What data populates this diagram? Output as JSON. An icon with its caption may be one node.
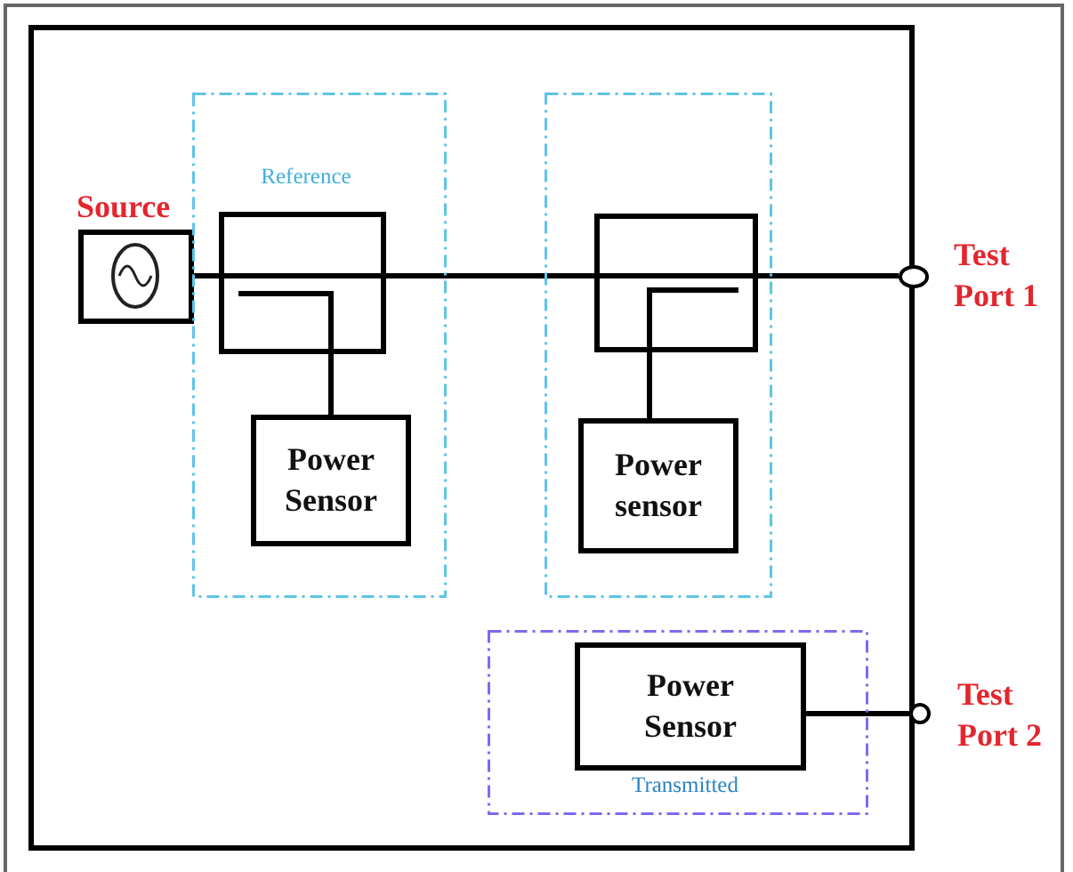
{
  "diagram": {
    "nodes": [
      {
        "text": [],
        "shape": "box"
      },
      {
        "text": [
          "Source"
        ],
        "in": 0
      },
      {
        "text": [
          "Reference"
        ],
        "in": 0
      },
      {
        "text": [],
        "shape": "box",
        "in": 2
      },
      {
        "text": [
          "Power Sensor"
        ],
        "in": 2
      },
      {
        "text": [],
        "shape": "box",
        "in": 0
      },
      {
        "text": [],
        "shape": "box",
        "in": 5
      },
      {
        "text": [
          "Power sensor"
        ],
        "in": 5
      },
      {
        "text": [
          "Test Port 1"
        ]
      },
      {
        "text": [
          "Transmitted"
        ],
        "in": 0
      },
      {
        "text": [
          "Power Sensor"
        ],
        "in": 9
      },
      {
        "text": [
          "Test Port 2"
        ]
      }
    ],
    "edges": [
      {
        "from": 1,
        "to": 3,
        "arrow": "none"
      },
      {
        "from": 3,
        "to": 6,
        "arrow": "none"
      },
      {
        "from": 6,
        "to": 8,
        "arrow": "none"
      },
      {
        "from": 3,
        "to": 4,
        "arrow": "none"
      },
      {
        "from": 6,
        "to": 7,
        "arrow": "none"
      },
      {
        "from": 10,
        "to": 11,
        "arrow": "none"
      }
    ]
  }
}
